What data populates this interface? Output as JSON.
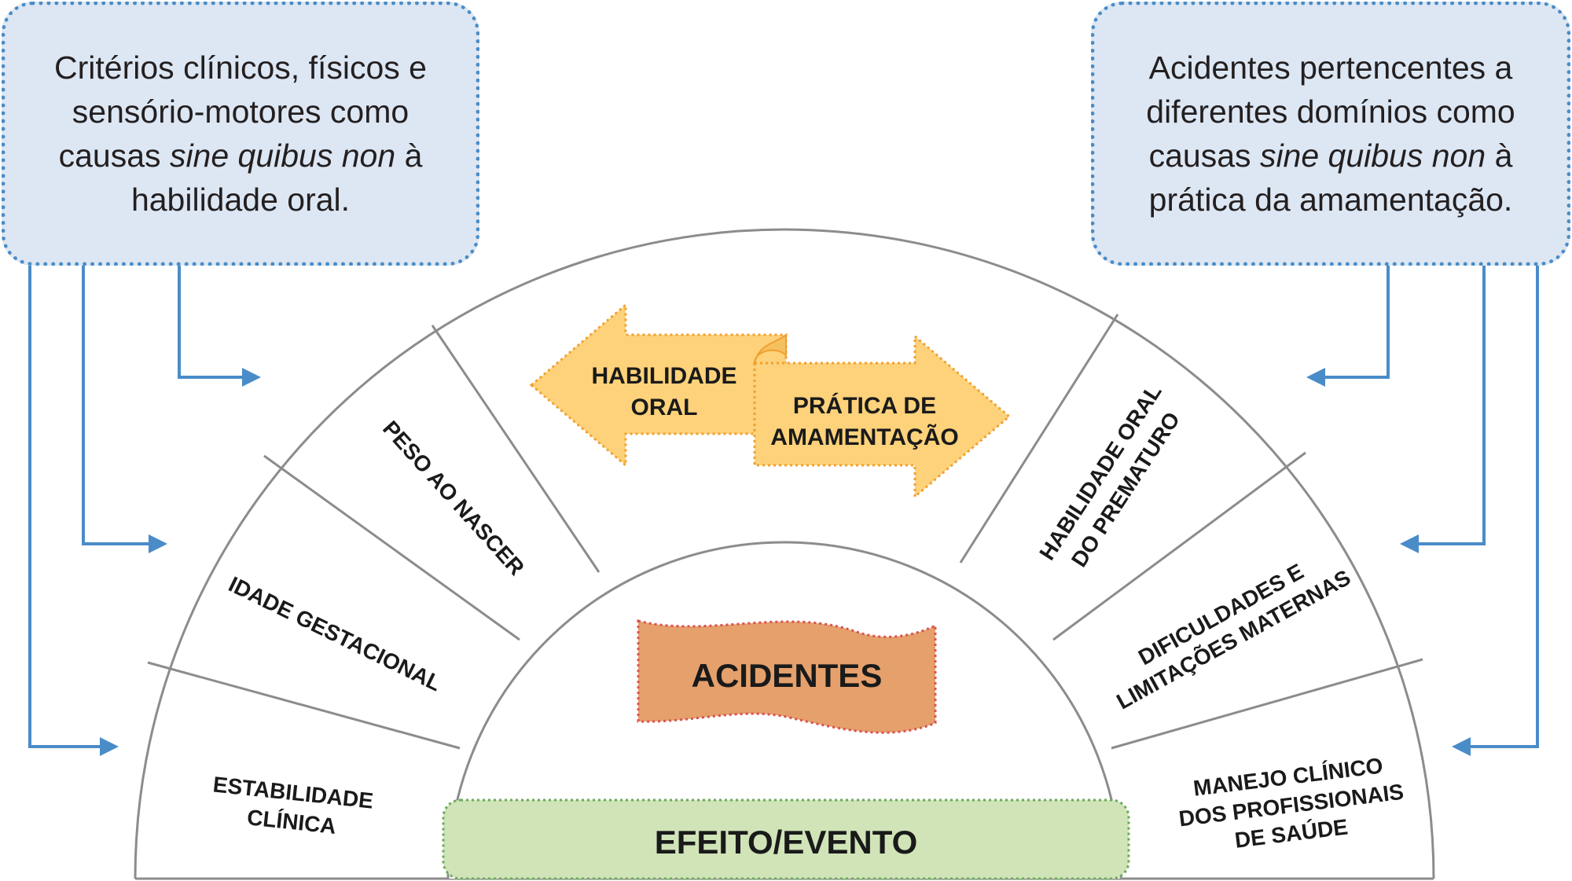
{
  "left_note": {
    "line1": "Critérios clínicos, físicos e",
    "line2": "sensório-motores como",
    "line3_pre": "causas ",
    "line3_em": "sine quibus non",
    "line3_post": " à",
    "line4": "habilidade oral."
  },
  "right_note": {
    "line1": "Acidentes pertencentes a",
    "line2": "diferentes domínios como",
    "line3_pre": "causas ",
    "line3_em": "sine quibus non",
    "line3_post": " à",
    "line4": "prática da amamentação."
  },
  "segments": {
    "estabilidade_1": "ESTABILIDADE",
    "estabilidade_2": "CLÍNICA",
    "idade": "IDADE GESTACIONAL",
    "peso": "PESO AO NASCER",
    "habilidade_prematuro_1": "HABILIDADE ORAL",
    "habilidade_prematuro_2": "DO PREMATURO",
    "dificuldades_1": "DIFICULDADES E",
    "dificuldades_2": "LIMITAÇÕES MATERNAS",
    "manejo_1": "MANEJO CLÍNICO",
    "manejo_2": "DOS PROFISSIONAIS",
    "manejo_3": "DE SAÚDE"
  },
  "arrows": {
    "left_1": "HABILIDADE",
    "left_2": "ORAL",
    "right_1": "PRÁTICA DE",
    "right_2": "AMAMENTAÇÃO"
  },
  "center": {
    "acidentes": "ACIDENTES",
    "efeito": "EFEITO/EVENTO"
  },
  "colors": {
    "note_fill": "#dde7f3",
    "note_border": "#4a8cc8",
    "connector": "#4a8cc8",
    "arc_line": "#8c8c8c",
    "arrow_fill": "#fdd27a",
    "arrow_border": "#f0a030",
    "banner_fill": "#e5a06c",
    "banner_border": "#d9534f",
    "efeito_fill": "#d0e4b8",
    "efeito_border": "#6aaa5a"
  }
}
